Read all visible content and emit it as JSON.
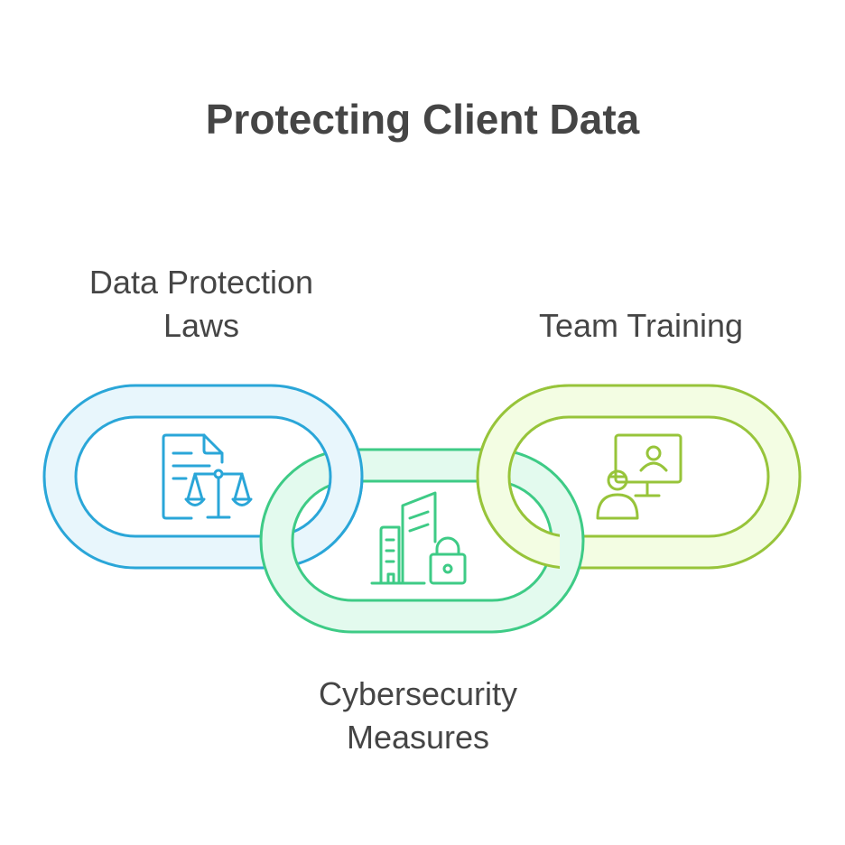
{
  "title": "Protecting Client Data",
  "nodes": [
    {
      "id": "left",
      "label_lines": [
        "Data Protection",
        "Laws"
      ],
      "color": "#2aa6d8",
      "fill": "#e8f6fc",
      "icon": "legal-document-scale-icon"
    },
    {
      "id": "middle",
      "label_lines": [
        "Cybersecurity",
        "Measures"
      ],
      "color": "#3ecb86",
      "fill": "#e3faee",
      "icon": "secure-buildings-lock-icon"
    },
    {
      "id": "right",
      "label_lines": [
        "Team Training"
      ],
      "color": "#97c43a",
      "fill": "#f3fde3",
      "icon": "presentation-trainer-icon"
    }
  ]
}
